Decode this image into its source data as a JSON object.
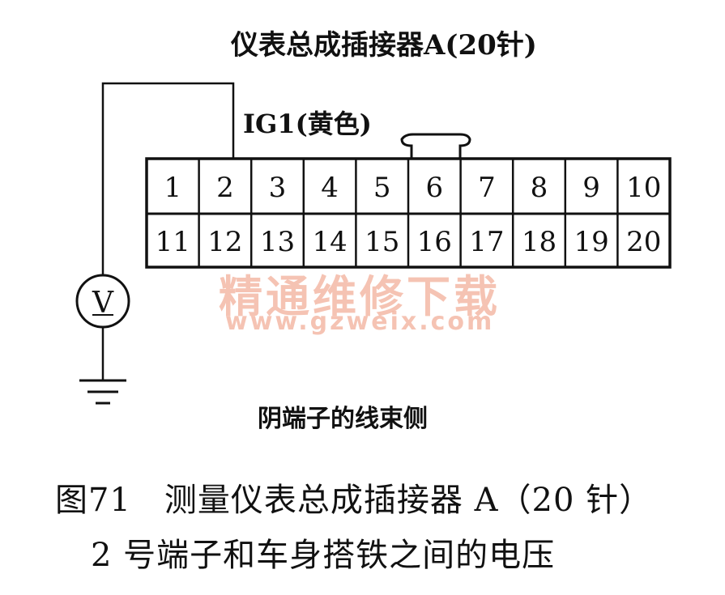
{
  "title": "仪表总成插接器A(20针)",
  "wire_label": "IG1(黄色)",
  "meter_symbol": "V",
  "harness_caption": "阴端子的线束侧",
  "figure_caption": {
    "line1": "图71　测量仪表总成插接器 A（20 针）",
    "line2": "2 号端子和车身搭铁之间的电压"
  },
  "watermark": {
    "text": "精通维修下载",
    "url": "www.gzweix.com",
    "color": "#f4b9a6"
  },
  "connector": {
    "pins_top": [
      "1",
      "2",
      "3",
      "4",
      "5",
      "6",
      "7",
      "8",
      "9",
      "10"
    ],
    "pins_bottom": [
      "11",
      "12",
      "13",
      "14",
      "15",
      "16",
      "17",
      "18",
      "19",
      "20"
    ],
    "probed_pin": "2"
  }
}
